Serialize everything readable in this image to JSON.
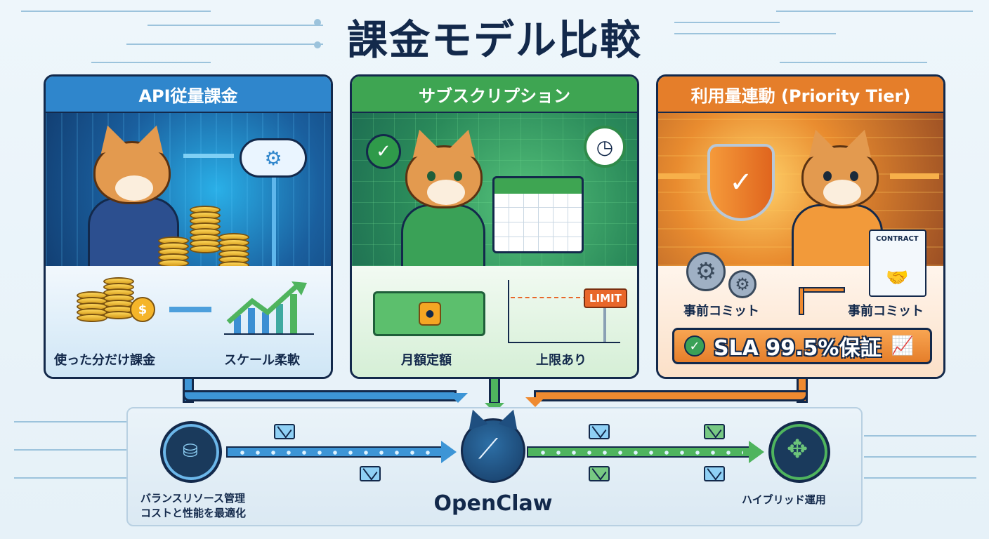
{
  "title": "課金モデル比較",
  "panels": [
    {
      "id": "api",
      "header": "API従量課金",
      "accent": "#2f86cc",
      "labels": [
        "使った分だけ課金",
        "スケール柔軟"
      ],
      "icons": [
        "cat-businessman",
        "cloud-gear-icon",
        "coin-stack-icon",
        "growth-chart-icon"
      ]
    },
    {
      "id": "subscription",
      "header": "サブスクリプション",
      "accent": "#3ea552",
      "labels": [
        "月額定額",
        "上限あり"
      ],
      "limit_sign": "LIMIT",
      "icons": [
        "cat-hoodie",
        "check-icon",
        "clock-icon",
        "calendar-icon",
        "lock-icon",
        "limit-chart-icon"
      ]
    },
    {
      "id": "priority",
      "header": "利用量連動 (Priority Tier)",
      "accent": "#e57e2a",
      "labels": [
        "事前コミット",
        "事前コミット"
      ],
      "contract_label": "CONTRACT",
      "sla": "SLA 99.5%保証",
      "icons": [
        "cat-hero",
        "shield-check-icon",
        "gears-icon",
        "contract-handshake-icon",
        "chart-icon"
      ]
    }
  ],
  "flow": {
    "left_node_label_line1": "バランスリソース管理",
    "left_node_label_line2": "コストと性能を最適化",
    "center_name": "OpenClaw",
    "right_node_label": "ハイブリッド運用",
    "colors": {
      "blue": "#3d95d6",
      "green": "#4fb45e",
      "orange": "#ef8a30",
      "navy": "#13294b"
    }
  }
}
